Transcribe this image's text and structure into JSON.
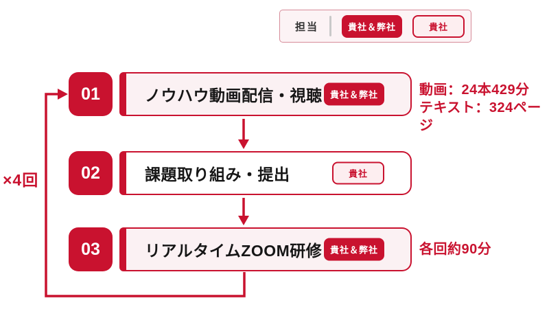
{
  "colors": {
    "red": "#c9122f",
    "pink": "#fbf1f3",
    "badgefill": "#fdeef0",
    "legendborder": "#d68b99"
  },
  "legend": {
    "label": "担当",
    "filled_badge": "貴社＆弊社",
    "outline_badge": "貴社"
  },
  "steps": [
    {
      "number": "01",
      "title": "ノウハウ動画配信・視聴",
      "badge": "貴社＆弊社",
      "badge_style": "filled"
    },
    {
      "number": "02",
      "title": "課題取り組み・提出",
      "badge": "貴社",
      "badge_style": "outline"
    },
    {
      "number": "03",
      "title": "リアルタイムZOOM研修",
      "badge": "貴社＆弊社",
      "badge_style": "filled"
    }
  ],
  "annotations": {
    "step1_line1": "動画：24本429分",
    "step1_line2": "テキスト：324ページ",
    "step3": "各回約90分",
    "loop": "×4回"
  }
}
